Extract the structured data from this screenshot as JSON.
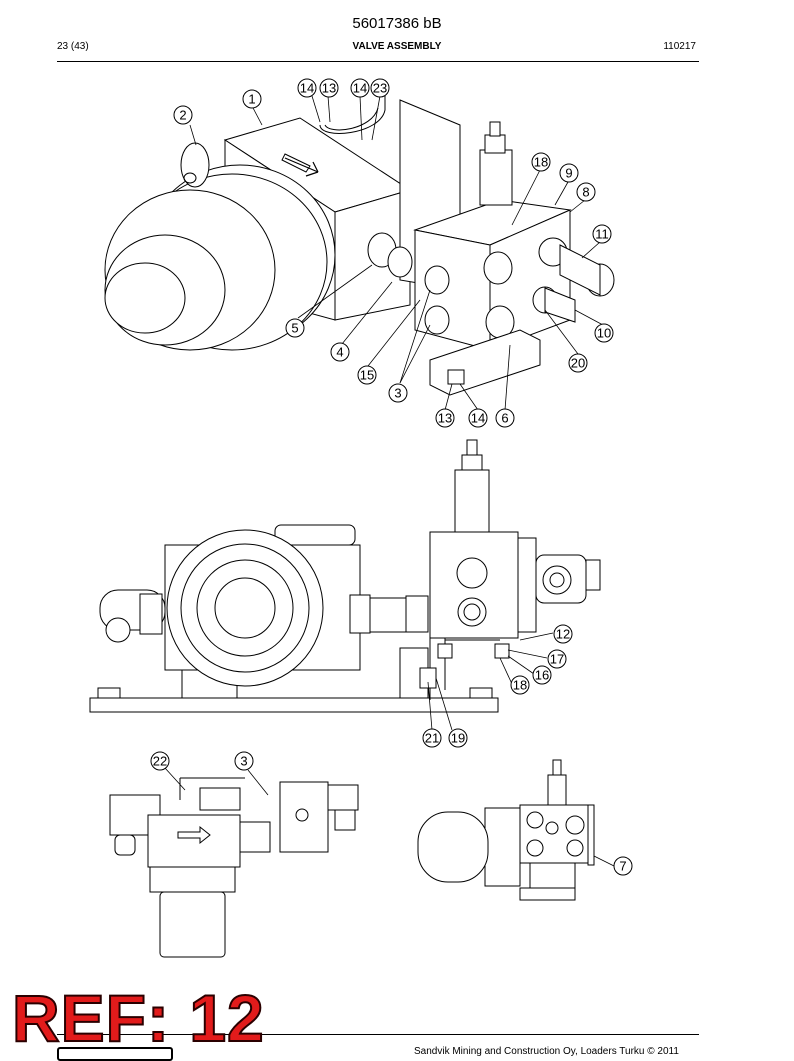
{
  "header": {
    "doc_number": "56017386 bB",
    "page": "23 (43)",
    "title": "VALVE ASSEMBLY",
    "date_code": "110217"
  },
  "callouts_top": [
    "1",
    "2",
    "14",
    "13",
    "14",
    "23",
    "18",
    "9",
    "8",
    "11",
    "10",
    "20",
    "5",
    "4",
    "15",
    "3",
    "13",
    "14",
    "6"
  ],
  "callouts_middle": [
    "12",
    "17",
    "16",
    "18",
    "21",
    "19"
  ],
  "callouts_bottom": [
    "22",
    "3",
    "7"
  ],
  "stamp": {
    "text": "REF: 12",
    "color": "#e21b1b"
  },
  "footer": {
    "text": "Sandvik Mining and Construction Oy, Loaders Turku © 2011"
  },
  "colors": {
    "line": "#000000",
    "stamp": "#e21b1b"
  }
}
